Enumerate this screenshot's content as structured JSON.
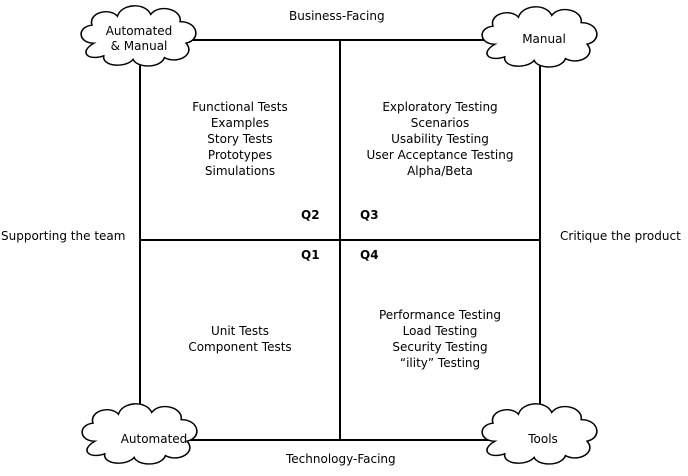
{
  "axes": {
    "top": "Business-Facing",
    "bottom": "Technology-Facing",
    "left": "Supporting the team",
    "right": "Critique the product"
  },
  "clouds": {
    "top_left": [
      "Automated",
      "& Manual"
    ],
    "top_right": "Manual",
    "bottom_left": "Automated",
    "bottom_right": "Tools"
  },
  "quadrants": {
    "q2": {
      "label": "Q2",
      "items": [
        "Functional Tests",
        "Examples",
        "Story Tests",
        "Prototypes",
        "Simulations"
      ]
    },
    "q3": {
      "label": "Q3",
      "items": [
        "Exploratory Testing",
        "Scenarios",
        "Usability Testing",
        "User Acceptance Testing",
        "Alpha/Beta"
      ]
    },
    "q1": {
      "label": "Q1",
      "items": [
        "Unit Tests",
        "Component Tests"
      ]
    },
    "q4": {
      "label": "Q4",
      "items": [
        "Performance Testing",
        "Load Testing",
        "Security Testing",
        "“ility” Testing"
      ]
    }
  }
}
